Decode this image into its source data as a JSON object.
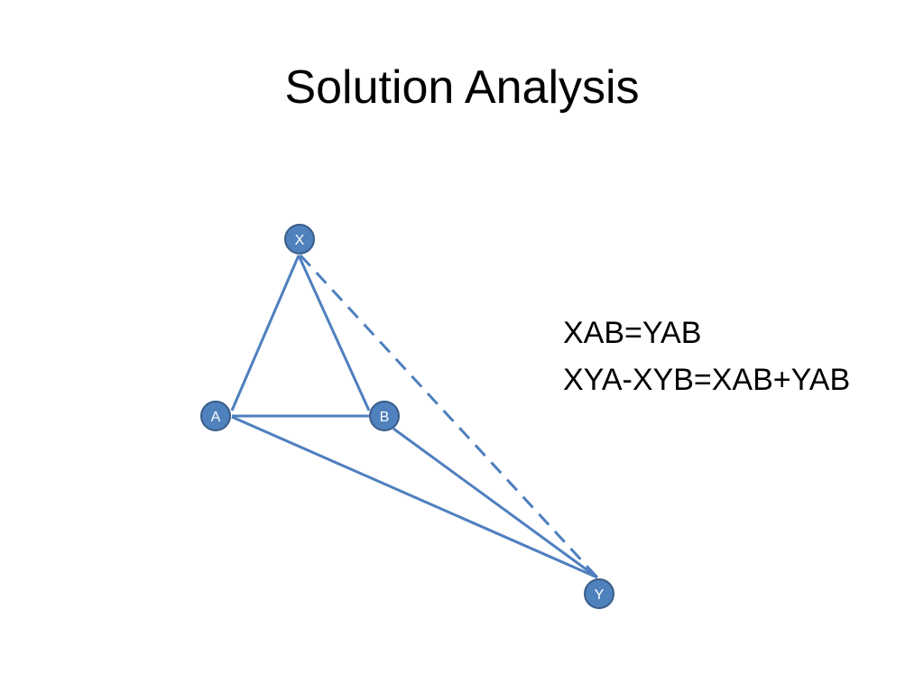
{
  "slide": {
    "title": "Solution Analysis"
  },
  "nodes": {
    "x": "X",
    "a": "A",
    "b": "B",
    "y": "Y"
  },
  "equations": [
    "XAB=YAB",
    "XYA-XYB=XAB+YAB"
  ],
  "colors": {
    "edge": "#4f7fbf",
    "node_fill": "#4f81bd",
    "node_stroke": "#385d8a"
  }
}
